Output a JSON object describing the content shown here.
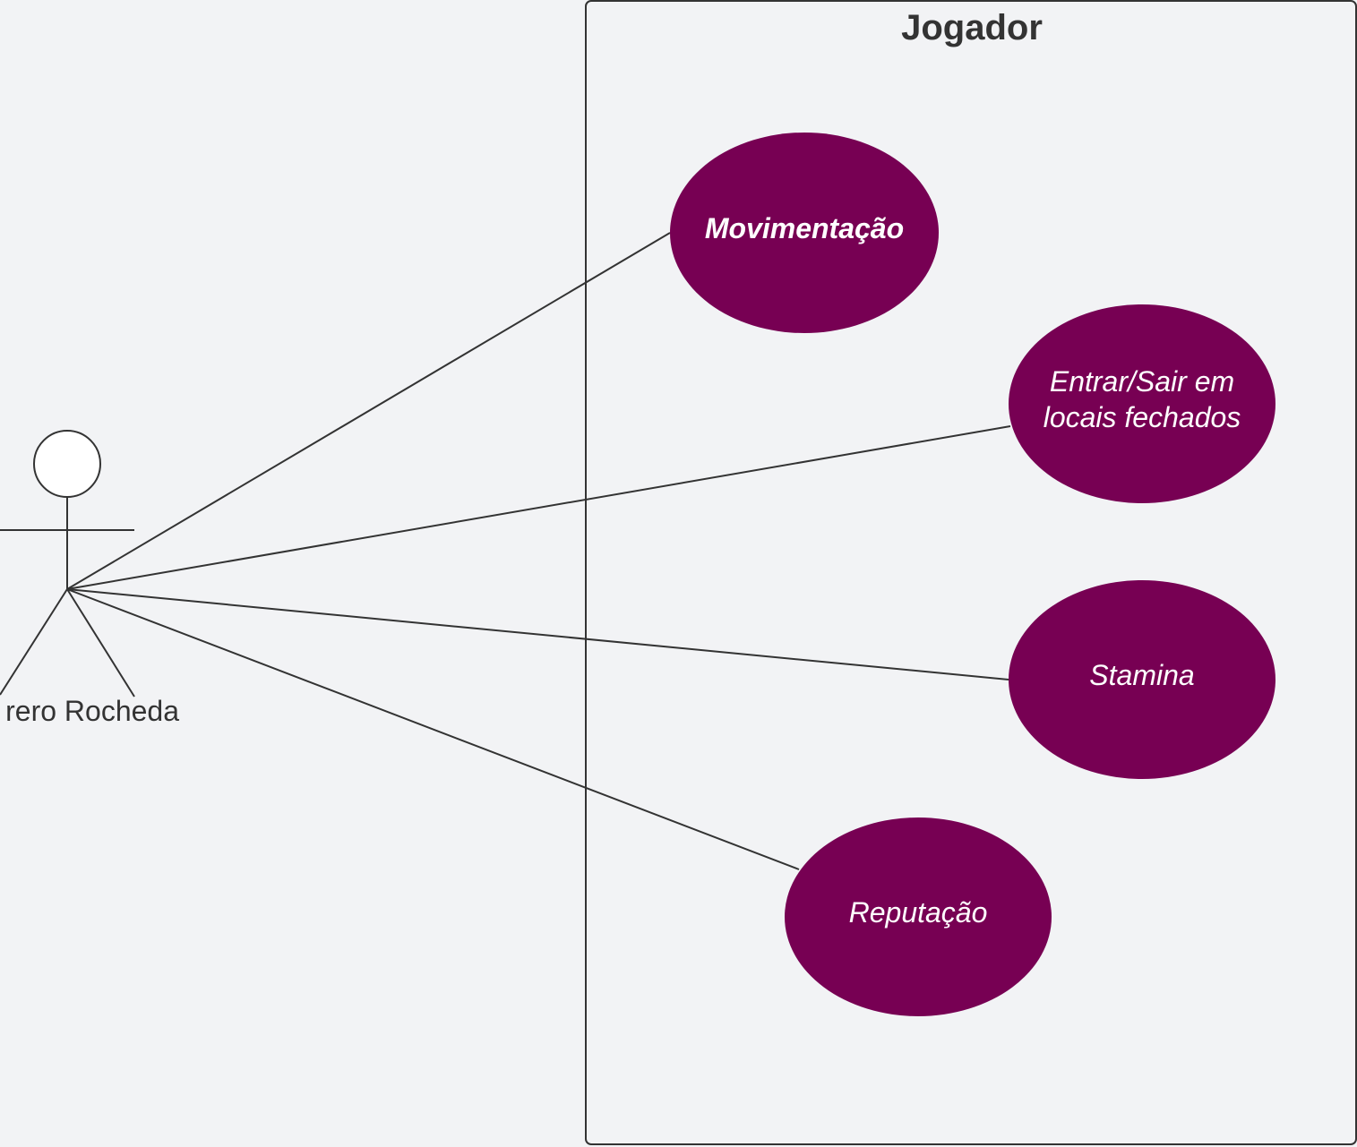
{
  "colors": {
    "background": "#f2f3f5",
    "stroke": "#333333",
    "use_case_fill": "#770053",
    "use_case_text": "#ffffff",
    "actor_head_fill": "#ffffff"
  },
  "system": {
    "title": "Jogador"
  },
  "actor": {
    "label": "rero Rocheda"
  },
  "use_cases": [
    {
      "id": "movimentacao",
      "lines": [
        "Movimentação"
      ],
      "bold": true
    },
    {
      "id": "entrar-sair",
      "lines": [
        "Entrar/Sair em",
        "locais fechados"
      ],
      "bold": false
    },
    {
      "id": "stamina",
      "lines": [
        "Stamina"
      ],
      "bold": false
    },
    {
      "id": "reputacao",
      "lines": [
        "Reputação"
      ],
      "bold": false
    }
  ],
  "associations": [
    {
      "from": "actor",
      "to": "movimentacao"
    },
    {
      "from": "actor",
      "to": "entrar-sair"
    },
    {
      "from": "actor",
      "to": "stamina"
    },
    {
      "from": "actor",
      "to": "reputacao"
    }
  ]
}
